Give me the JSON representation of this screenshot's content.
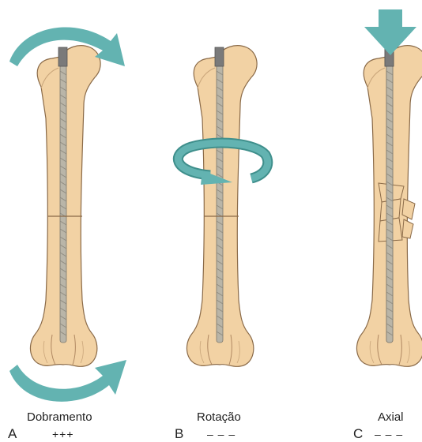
{
  "figure": {
    "colors": {
      "bone_fill": "#f2d2a4",
      "bone_stroke": "#8a6a48",
      "nail_fill": "#b9b5a8",
      "nail_stroke": "#7b776c",
      "nail_cap": "#7a7a7a",
      "arrow": "#63b3b1",
      "arrow_dark": "#3f8f8c"
    },
    "panels": [
      {
        "id": "A",
        "letter": "A",
        "title": "Dobramento",
        "sign": "+++"
      },
      {
        "id": "B",
        "letter": "B",
        "title": "Rotação",
        "sign": "– – –"
      },
      {
        "id": "C",
        "letter": "C",
        "title": "Axial",
        "sign": "– – –"
      }
    ]
  }
}
